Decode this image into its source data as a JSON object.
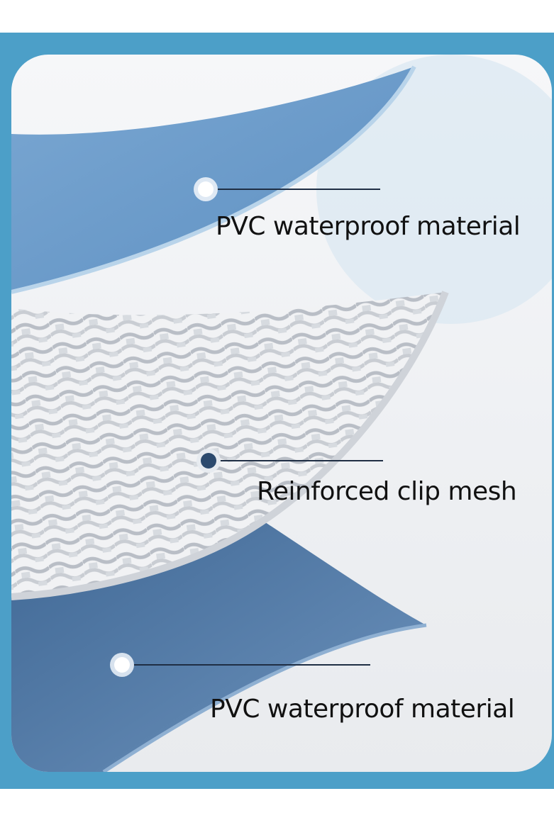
{
  "callouts": [
    {
      "label": "PVC waterproof material",
      "marker_color": "#ffffff"
    },
    {
      "label": "Reinforced clip mesh",
      "marker_color": "#2c4a6e"
    },
    {
      "label": "PVC waterproof material",
      "marker_color": "#ffffff"
    }
  ],
  "colors": {
    "frame": "#4c9fc8",
    "top_layer": "#6a9bc9",
    "mesh": "#e8eaee",
    "bottom_layer": "#5a82ad",
    "leader_line": "#1f2e44"
  }
}
